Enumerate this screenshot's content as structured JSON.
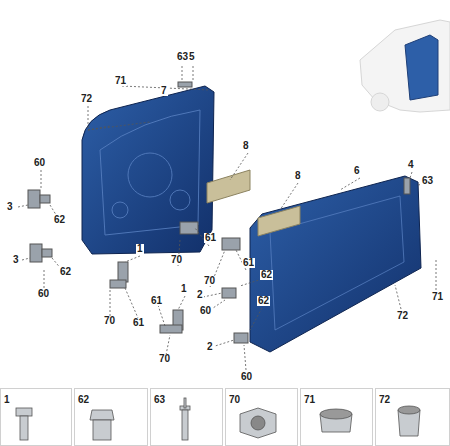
{
  "diagram": {
    "nodes": [
      {
        "text": [
          "1"
        ]
      },
      {
        "text": [
          "62"
        ]
      },
      {
        "text": [
          "63"
        ]
      },
      {
        "text": [
          "70"
        ]
      },
      {
        "text": [
          "71"
        ]
      },
      {
        "text": [
          "72"
        ]
      }
    ],
    "labels": [
      "63",
      "5",
      "71",
      "7",
      "72",
      "8",
      "60",
      "4",
      "6",
      "63",
      "3",
      "62",
      "8",
      "1",
      "61",
      "70",
      "61",
      "62",
      "70",
      "3",
      "62",
      "60",
      "2",
      "1",
      "61",
      "60",
      "70",
      "61",
      "62",
      "71",
      "72",
      "2",
      "70",
      "60"
    ]
  }
}
